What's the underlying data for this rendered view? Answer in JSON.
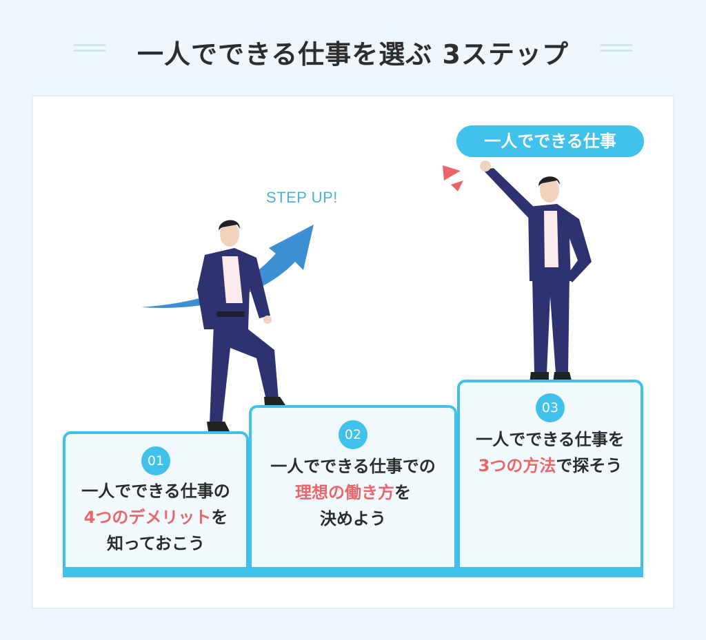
{
  "title": "一人でできる仕事を選ぶ 3ステップ",
  "top_label": "一人でできる仕事",
  "arrow_label": "STEP UP!",
  "colors": {
    "accent": "#3fc1ec",
    "highlight": "#e8666a",
    "suit": "#2f3270"
  },
  "steps": [
    {
      "num": "01",
      "line1": "一人でできる仕事の",
      "hl": "4つのデメリット",
      "after_hl": "を",
      "line3": "知っておこう"
    },
    {
      "num": "02",
      "line1": "一人でできる仕事での",
      "hl": "理想の働き方",
      "after_hl": "を",
      "line3": "決めよう"
    },
    {
      "num": "03",
      "line1": "一人でできる仕事を",
      "hl": "3つの方法",
      "after_hl": "で探そう",
      "line3": ""
    }
  ]
}
